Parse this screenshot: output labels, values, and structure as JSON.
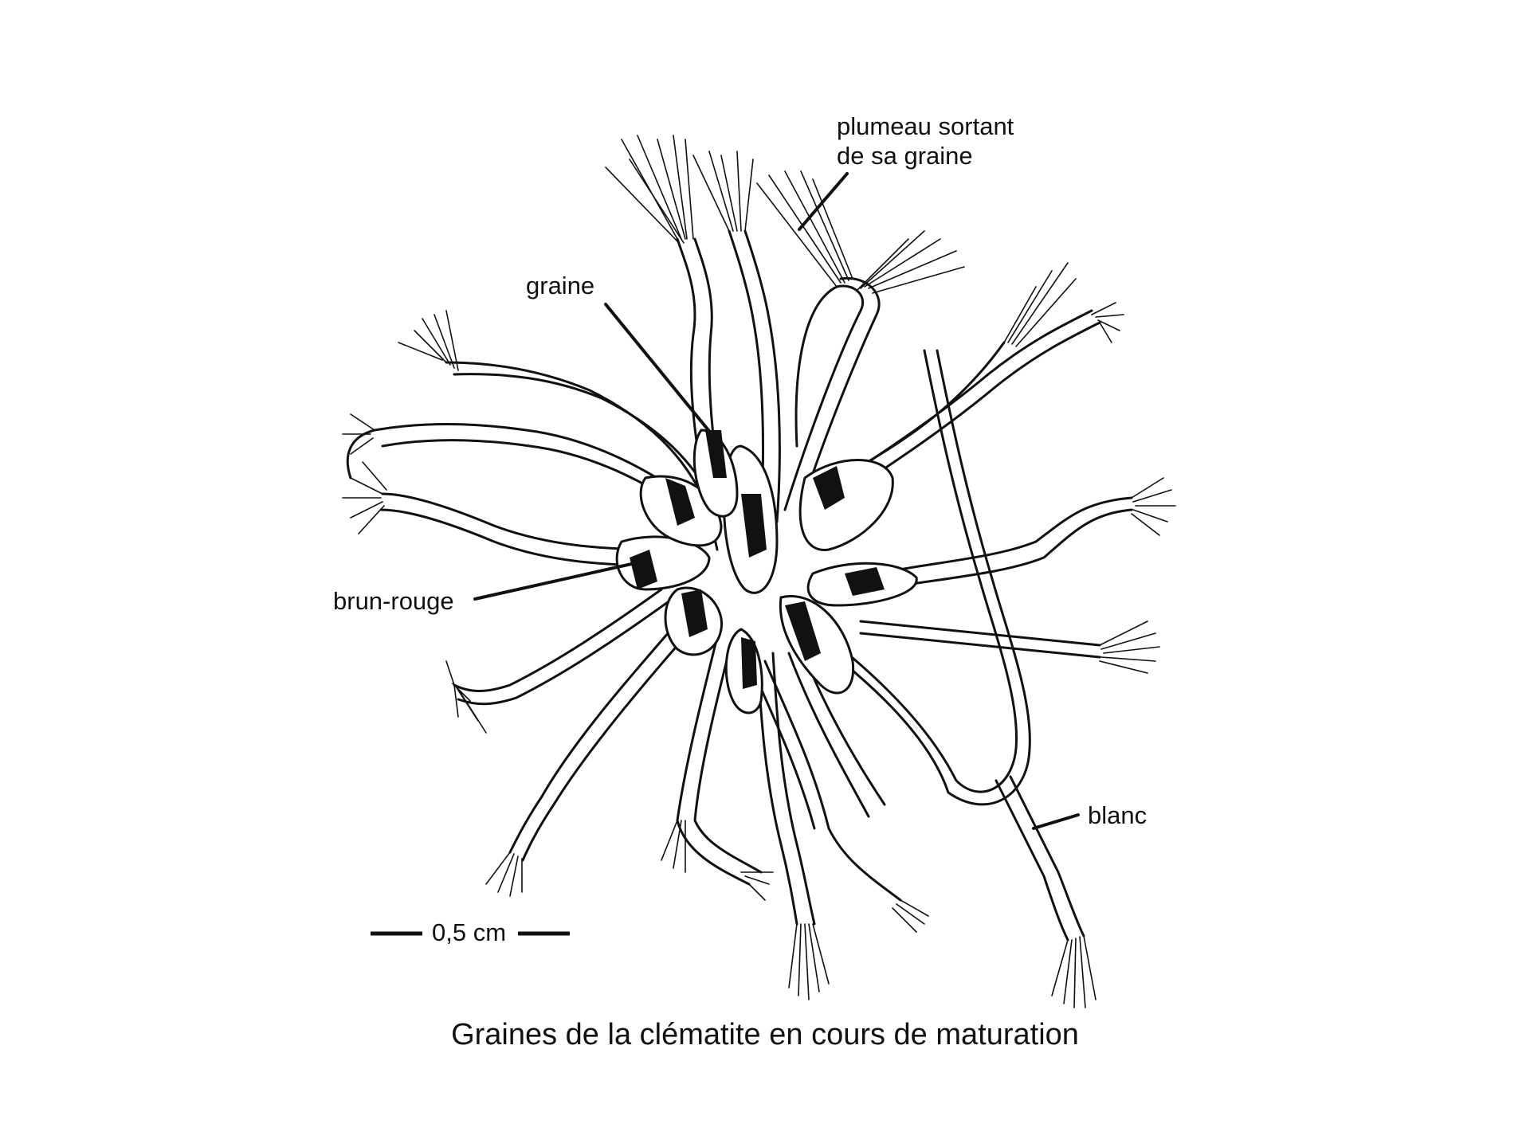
{
  "labels": {
    "plumeau_line1": "plumeau sortant",
    "plumeau_line2": "de sa graine",
    "graine": "graine",
    "brun_rouge": "brun-rouge",
    "blanc": "blanc"
  },
  "scale_bar": {
    "text": "0,5 cm"
  },
  "caption": "Graines de la clématite en cours de maturation",
  "colors": {
    "ink": "#111111",
    "background": "#ffffff"
  }
}
